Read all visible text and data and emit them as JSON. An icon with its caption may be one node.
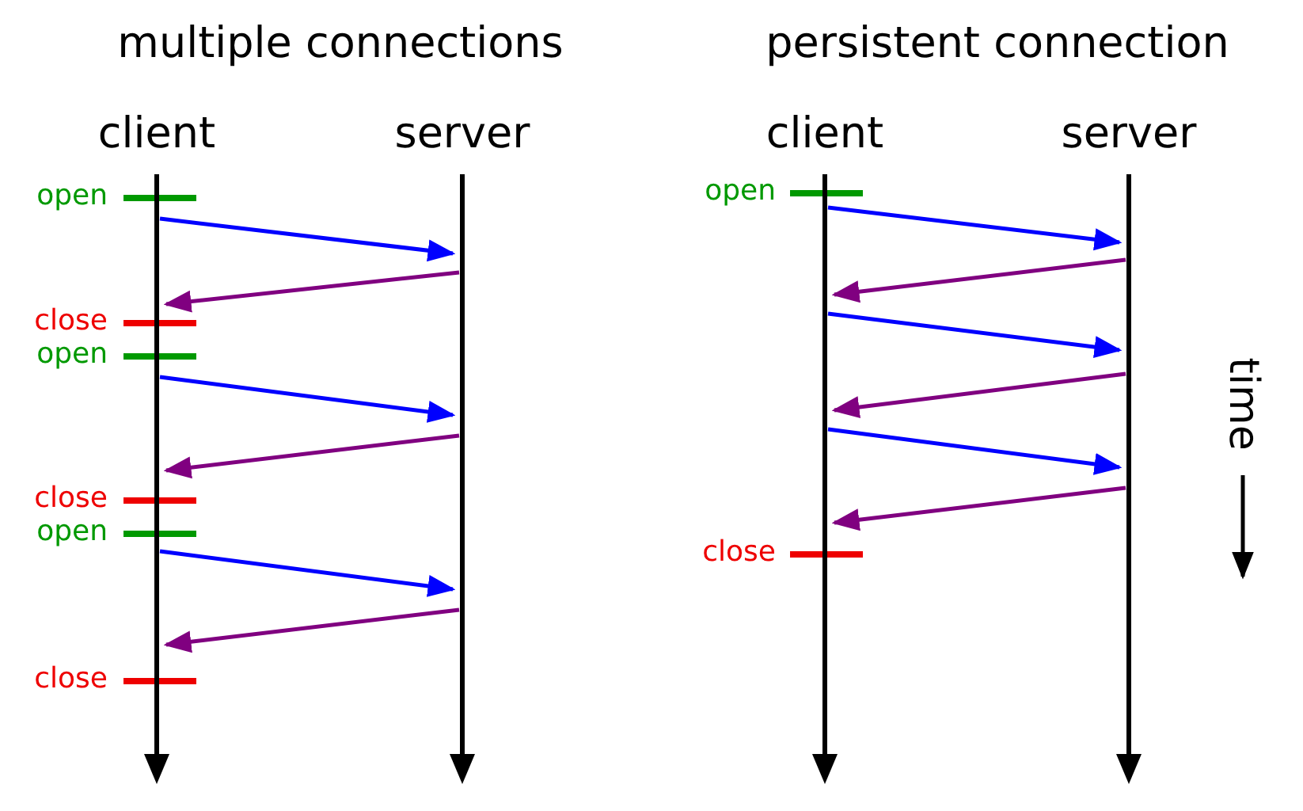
{
  "diagram": {
    "nodes": [
      {
        "text": [
          "client"
        ]
      },
      {
        "text": [
          "server"
        ]
      },
      {
        "text": [
          "client"
        ]
      },
      {
        "text": [
          "server"
        ]
      }
    ],
    "edges": [
      {
        "from": 0,
        "to": 1,
        "arrow": "to",
        "color": "#0000ff"
      },
      {
        "from": 1,
        "to": 0,
        "arrow": "to",
        "color": "#800080"
      },
      {
        "from": 0,
        "to": 1,
        "arrow": "to",
        "color": "#0000ff"
      },
      {
        "from": 1,
        "to": 0,
        "arrow": "to",
        "color": "#800080"
      },
      {
        "from": 0,
        "to": 1,
        "arrow": "to",
        "color": "#0000ff"
      },
      {
        "from": 1,
        "to": 0,
        "arrow": "to",
        "color": "#800080"
      },
      {
        "from": 2,
        "to": 3,
        "arrow": "to",
        "color": "#0000ff"
      },
      {
        "from": 3,
        "to": 2,
        "arrow": "to",
        "color": "#800080"
      },
      {
        "from": 2,
        "to": 3,
        "arrow": "to",
        "color": "#0000ff"
      },
      {
        "from": 3,
        "to": 2,
        "arrow": "to",
        "color": "#800080"
      },
      {
        "from": 2,
        "to": 3,
        "arrow": "to",
        "color": "#0000ff"
      },
      {
        "from": 3,
        "to": 2,
        "arrow": "to",
        "color": "#800080"
      }
    ],
    "labels": [
      "multiple connections",
      "persistent connection",
      "open",
      "close",
      "open",
      "close",
      "open",
      "close",
      "open",
      "close",
      "time"
    ]
  }
}
